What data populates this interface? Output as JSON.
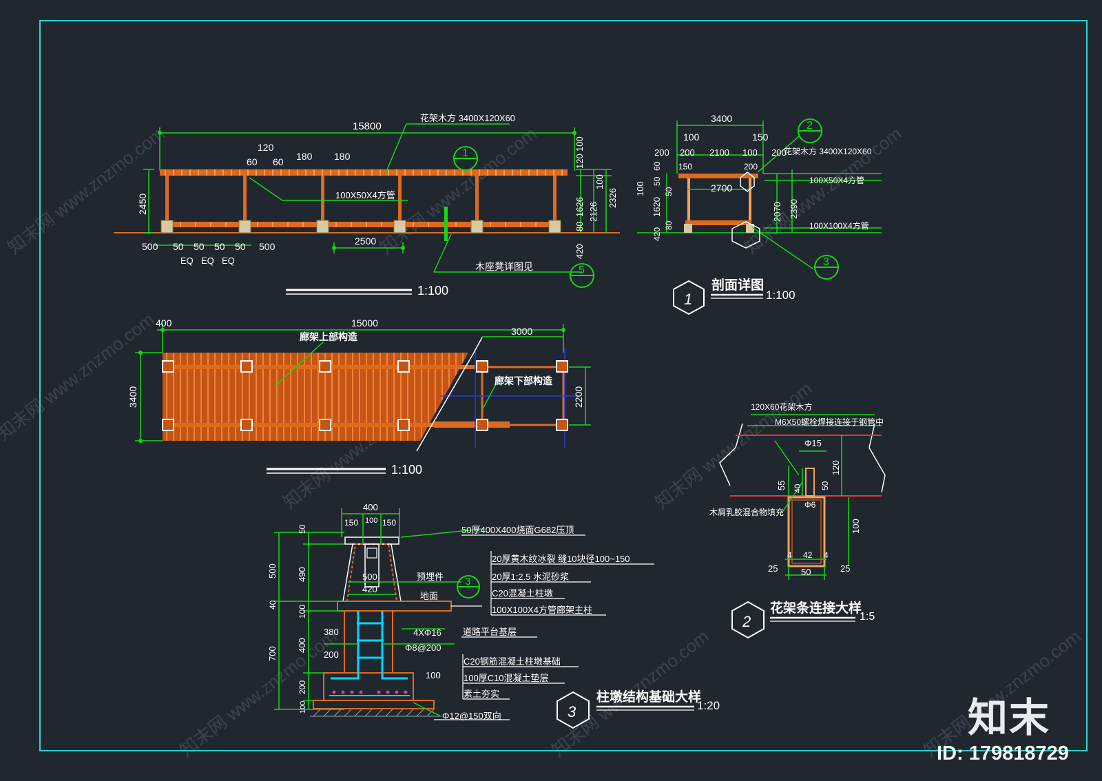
{
  "colors": {
    "background": "#21272f",
    "frame": "#2fd3cf",
    "dimension": "#16d616",
    "text": "#ffffff",
    "timber": "#e06a1c",
    "pipe": "#f2a25a",
    "rebar": "#00d8ff",
    "section_line": "#ff3030",
    "blue": "#2b3bd8",
    "watermark": "#5a6470"
  },
  "elevation": {
    "dims_top": [
      "15800",
      "120",
      "60",
      "60",
      "180",
      "180"
    ],
    "dims_bottom": [
      "500",
      "50",
      "50",
      "50",
      "50",
      "500",
      "EQ",
      "EQ",
      "EQ",
      "2500"
    ],
    "dims_left": [
      "2450"
    ],
    "dims_right": [
      "120",
      "100",
      "100",
      "1626",
      "2126",
      "2326",
      "80",
      "420"
    ],
    "note_rafter": "花架木方 3400X120X60",
    "note_beam": "100X50X4方管",
    "note_seat": "木座凳详图见",
    "scale": "1:100",
    "callout_1": "1",
    "callout_5": "5"
  },
  "section_detail": {
    "dims": [
      "3400",
      "100",
      "150",
      "200",
      "200",
      "2100",
      "100",
      "200",
      "150",
      "200",
      "60",
      "50",
      "50",
      "2700",
      "100",
      "1620",
      "420",
      "80",
      "2070",
      "2390"
    ],
    "note_rafter": "花架木方 3400X120X60",
    "note_beam": "100X50X4方管",
    "note_post": "100X100X4方管",
    "callout_2": "2",
    "callout_3": "3",
    "title_num": "1",
    "title": "剖面详图",
    "scale": "1:100"
  },
  "plan": {
    "dims": [
      "400",
      "15000",
      "3000",
      "3400",
      "2200"
    ],
    "label_upper": "廊架上部构造",
    "label_lower": "廊架下部构造",
    "scale": "1:100"
  },
  "connection_detail": {
    "notes": [
      "120X60花架木方",
      "M6X50螺栓焊接连接于钢管中",
      "木屑乳胶混合物填充"
    ],
    "dims": [
      "Φ15",
      "120",
      "55",
      "40",
      "50",
      "Φ6",
      "100",
      "4",
      "42",
      "4",
      "25",
      "50",
      "25"
    ],
    "title_num": "2",
    "title": "花架条连接大样",
    "scale": "1:5"
  },
  "footing_detail": {
    "dims_top": [
      "400",
      "150",
      "100",
      "150"
    ],
    "dims_left": [
      "50",
      "500",
      "490",
      "40",
      "100",
      "700",
      "400",
      "200",
      "100"
    ],
    "dims_inner": [
      "500",
      "420",
      "380",
      "200",
      "100"
    ],
    "rebar_notes": [
      "4XΦ16",
      "Φ8@200",
      "Φ12@150双向"
    ],
    "notes": [
      "50厚400X400烧面G682压顶",
      "20厚黄木纹冰裂 缝10块径100~150",
      "20厚1:2.5 水泥砂浆",
      "C20混凝土柱墩",
      "100X100X4方管廊架主柱",
      "C20钢筋混凝土柱墩基础",
      "100厚C10混凝土垫层",
      "素土夯实"
    ],
    "label_embed": "预埋件",
    "label_ground": "地面",
    "label_platform": "道路平台基层",
    "callout_3": "3",
    "title_num": "3",
    "title": "柱墩结构基础大样",
    "scale": "1:20"
  },
  "watermark": {
    "logo": "知末",
    "id": "ID: 179818729",
    "repeat": "知末网 www.znzmo.com"
  }
}
